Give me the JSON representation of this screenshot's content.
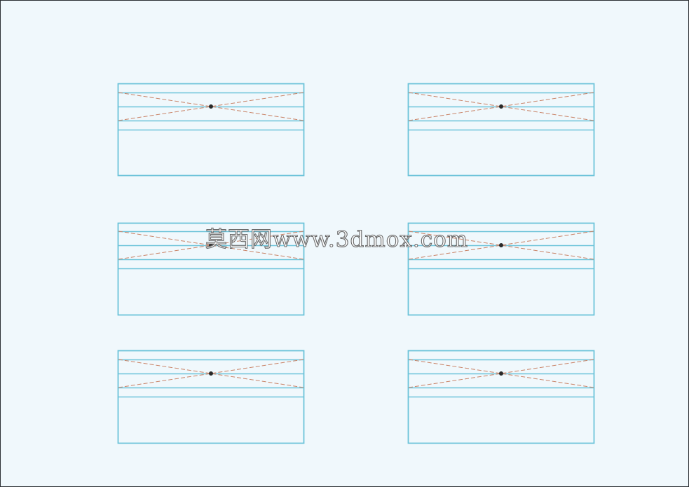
{
  "drawing": {
    "colors": {
      "background": "#f0f8fc",
      "frame_border": "#2b2f33",
      "panel_line": "#6cc3d9",
      "diagonal_dash": "#c98266",
      "center_dot": "#2a2a2a"
    },
    "panel_count": 6,
    "panel_style": "window elevation: outer rectangle with stacked horizontal bands and dashed X diagonals meeting at a center point"
  },
  "watermark": {
    "text": "莫西网www.3dmox.com"
  }
}
